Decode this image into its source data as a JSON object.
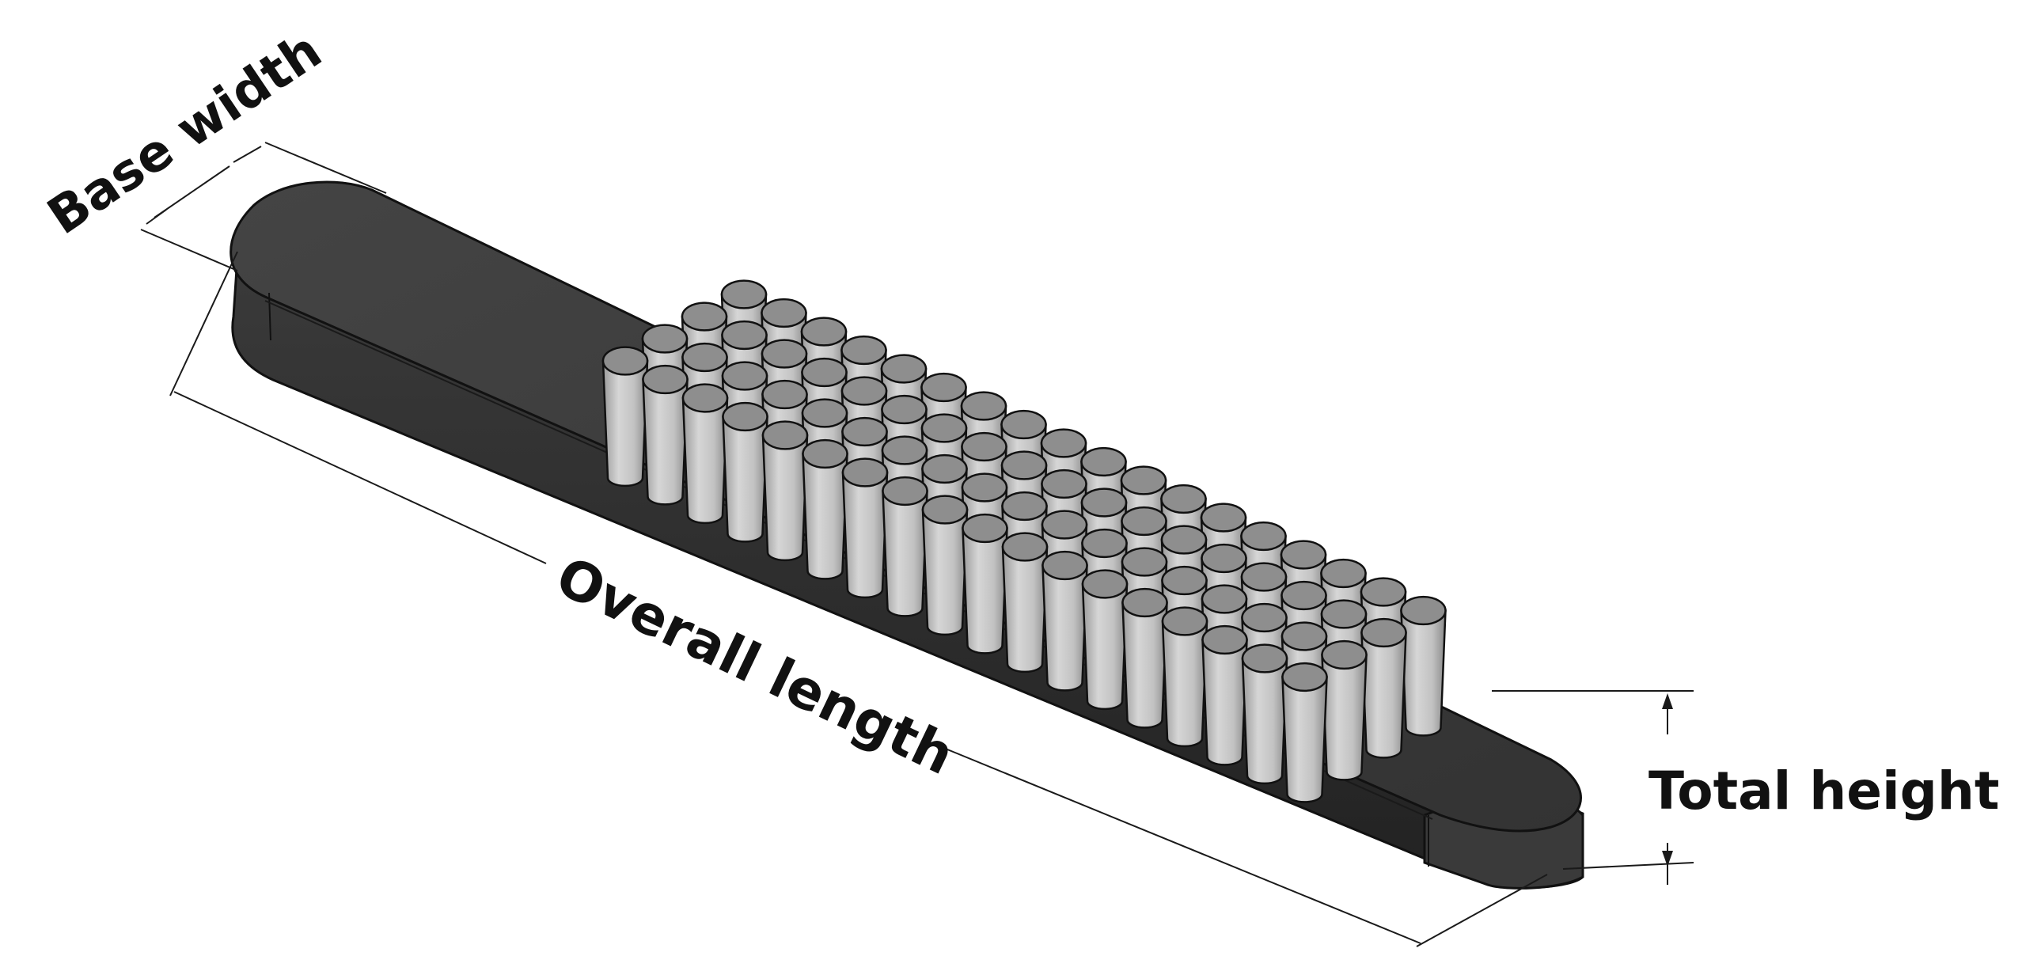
{
  "dimensions": {
    "base_width": "Base width",
    "overall_length": "Overall length",
    "total_height": "Total height"
  },
  "colors": {
    "base_top": "#3c3c3c",
    "base_side": "#2a2a2a",
    "base_end": "#4a4a4a",
    "bristle_body": "#b8b8b8",
    "bristle_top": "#8e8e8e",
    "outline": "#111111",
    "dimension": "#1a1a1a"
  }
}
